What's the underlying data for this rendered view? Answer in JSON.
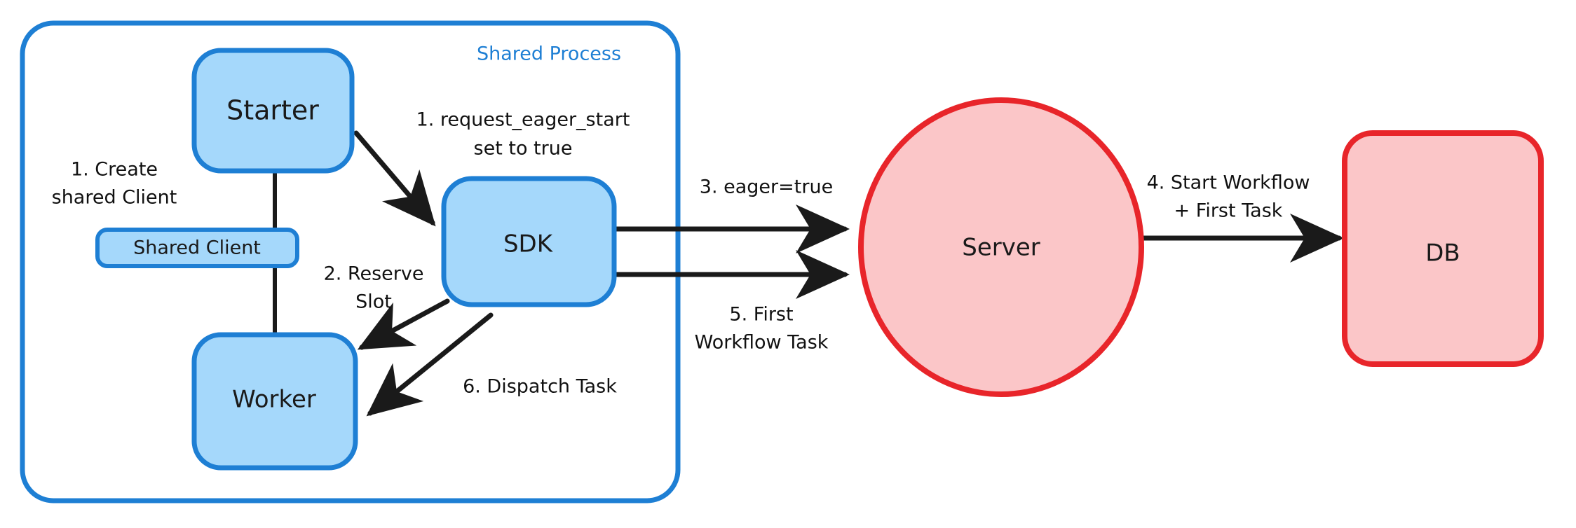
{
  "diagram": {
    "title": "Eager Workflow Start Flow",
    "background": "#ffffff",
    "colors": {
      "blue_stroke": "#1e7fd4",
      "blue_fill": "#a5d8fb",
      "red_stroke": "#e8252a",
      "red_fill": "#fbc6c8",
      "edge_stroke": "#1a1a1a",
      "label_text": "#111111",
      "container_label_text": "#1e7fd4"
    },
    "container": {
      "name": "shared-process",
      "label": "Shared Process",
      "shape": "rounded-rect",
      "stroke": "#1e7fd4",
      "fill": "#ffffff"
    },
    "nodes": [
      {
        "id": "starter",
        "label": "Starter",
        "shape": "rounded-rect",
        "group": "shared-process",
        "fill": "#a5d8fb",
        "stroke": "#1e7fd4"
      },
      {
        "id": "shared-client",
        "label": "Shared Client",
        "shape": "rounded-rect",
        "group": "shared-process",
        "fill": "#a5d8fb",
        "stroke": "#1e7fd4"
      },
      {
        "id": "worker",
        "label": "Worker",
        "shape": "rounded-rect",
        "group": "shared-process",
        "fill": "#a5d8fb",
        "stroke": "#1e7fd4"
      },
      {
        "id": "sdk",
        "label": "SDK",
        "shape": "rounded-rect",
        "group": "shared-process",
        "fill": "#a5d8fb",
        "stroke": "#1e7fd4"
      },
      {
        "id": "server",
        "label": "Server",
        "shape": "ellipse",
        "group": "external",
        "fill": "#fbc6c8",
        "stroke": "#e8252a"
      },
      {
        "id": "db",
        "label": "DB",
        "shape": "rounded-rect",
        "group": "external",
        "fill": "#fbc6c8",
        "stroke": "#e8252a"
      }
    ],
    "edges": [
      {
        "id": "e1",
        "from": "starter",
        "to": "shared-client",
        "label_lines": [
          "1. Create",
          "shared Client"
        ],
        "arrow": false
      },
      {
        "id": "e2",
        "from": "shared-client",
        "to": "worker",
        "label_lines": [],
        "arrow": false
      },
      {
        "id": "e3",
        "from": "starter",
        "to": "sdk",
        "label_lines": [
          "1. request_eager_start",
          "set to true"
        ],
        "arrow": true
      },
      {
        "id": "e4",
        "from": "sdk",
        "to": "worker",
        "label_lines": [
          "2. Reserve",
          "Slot"
        ],
        "arrow": true
      },
      {
        "id": "e5",
        "from": "sdk",
        "to": "server",
        "label_lines": [
          "3. eager=true"
        ],
        "arrow": true
      },
      {
        "id": "e6",
        "from": "server",
        "to": "db",
        "label_lines": [
          "4. Start Workflow",
          "+ First Task"
        ],
        "arrow": true
      },
      {
        "id": "e7",
        "from": "server",
        "to": "sdk",
        "label_lines": [
          "5. First",
          "Workflow Task"
        ],
        "arrow": true
      },
      {
        "id": "e8",
        "from": "sdk",
        "to": "worker",
        "label_lines": [
          "6. Dispatch Task"
        ],
        "arrow": true
      }
    ],
    "labels": {
      "shared_process": "Shared Process",
      "starter": "Starter",
      "shared_client": "Shared Client",
      "worker": "Worker",
      "sdk": "SDK",
      "server": "Server",
      "db": "DB",
      "e1_l1": "1. Create",
      "e1_l2": "shared Client",
      "e3_l1": "1. request_eager_start",
      "e3_l2": "set to true",
      "e4_l1": "2. Reserve",
      "e4_l2": "Slot",
      "e5_l1": "3. eager=true",
      "e6_l1": "4. Start Workflow",
      "e6_l2": "+ First Task",
      "e7_l1": "5. First",
      "e7_l2": "Workflow Task",
      "e8_l1": "6. Dispatch Task"
    }
  }
}
